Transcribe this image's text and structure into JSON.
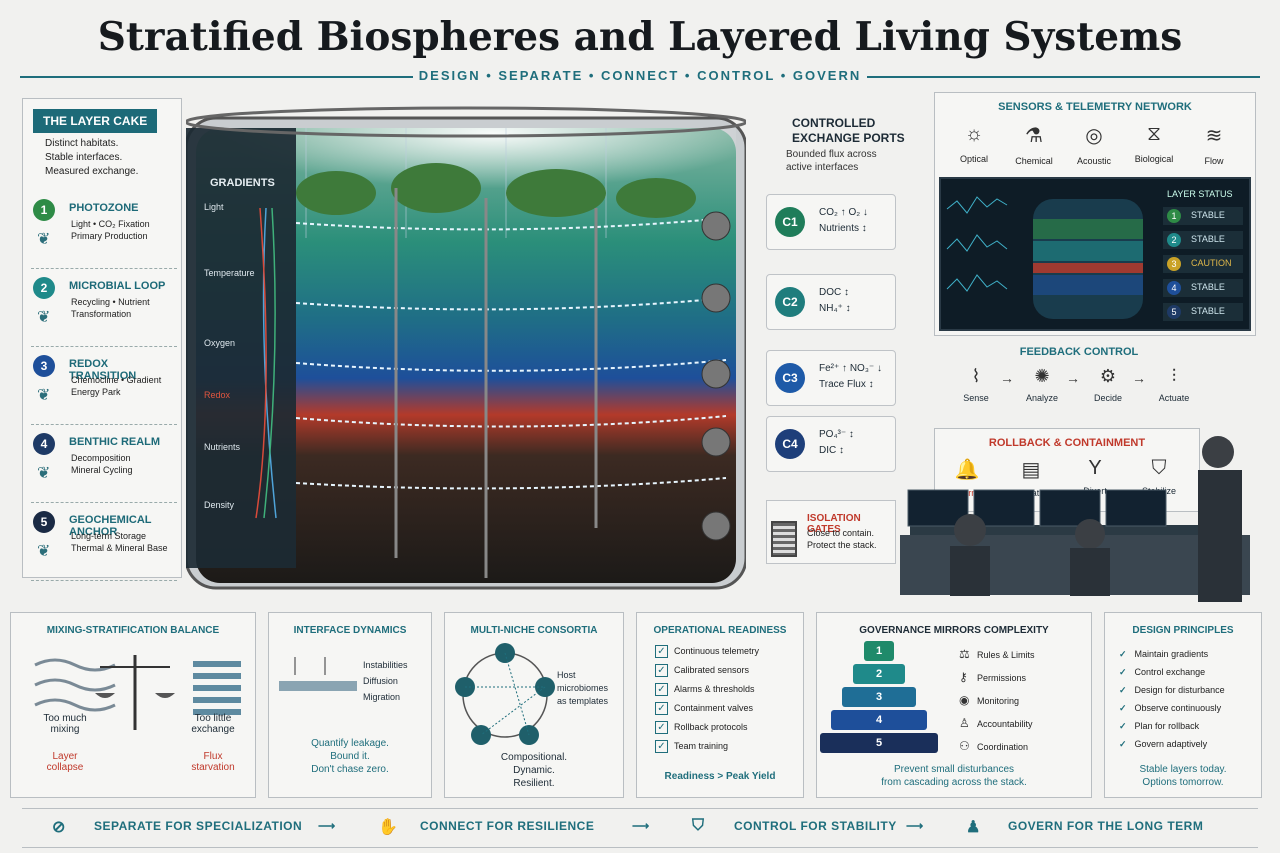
{
  "title": "Stratified Biospheres and Layered Living Systems",
  "subtitle": "DESIGN • SEPARATE • CONNECT • CONTROL • GOVERN",
  "layer_cake": {
    "tag": "THE LAYER CAKE",
    "desc": [
      "Distinct habitats.",
      "Stable interfaces.",
      "Measured exchange."
    ],
    "layers": [
      {
        "num": "1",
        "name": "PHOTOZONE",
        "d1": "Light • CO₂ Fixation",
        "d2": "Primary Production",
        "color": "#2e8b46"
      },
      {
        "num": "2",
        "name": "MICROBIAL LOOP",
        "d1": "Recycling • Nutrient",
        "d2": "Transformation",
        "color": "#1f8a8a"
      },
      {
        "num": "3",
        "name": "REDOX TRANSITION",
        "d1": "Chemocline • Gradient",
        "d2": "Energy Park",
        "color": "#1e4f9a"
      },
      {
        "num": "4",
        "name": "BENTHIC REALM",
        "d1": "Decomposition",
        "d2": "Mineral Cycling",
        "color": "#1e3a66"
      },
      {
        "num": "5",
        "name": "GEOCHEMICAL ANCHOR",
        "d1": "Long-term Storage",
        "d2": "Thermal & Mineral Base",
        "color": "#1a2a44"
      }
    ]
  },
  "gradients": {
    "title": "GRADIENTS",
    "labels": [
      "Light",
      "Temperature",
      "Oxygen",
      "Redox",
      "Nutrients",
      "Density"
    ]
  },
  "ports": {
    "title_line1": "CONTROLLED",
    "title_line2": "EXCHANGE PORTS",
    "sub_line1": "Bounded flux across",
    "sub_line2": "active interfaces",
    "items": [
      {
        "id": "C1",
        "a": "CO₂ ↑   O₂ ↓",
        "b": "Nutrients ↕",
        "color": "#1f7d5a"
      },
      {
        "id": "C2",
        "a": "DOC ↕",
        "b": "NH₄⁺ ↕",
        "color": "#1f7d7d"
      },
      {
        "id": "C3",
        "a": "Fe²⁺ ↑   NO₃⁻ ↓",
        "b": "Trace Flux ↕",
        "color": "#1e5aa8"
      },
      {
        "id": "C4",
        "a": "PO₄³⁻ ↕",
        "b": "DIC ↕",
        "color": "#1e3f7a"
      }
    ],
    "isolation": {
      "title": "ISOLATION GATES",
      "l1": "Close to contain.",
      "l2": "Protect the stack."
    }
  },
  "sensors": {
    "title": "SENSORS & TELEMETRY NETWORK",
    "items": [
      {
        "icon": "☼",
        "label": "Optical"
      },
      {
        "icon": "⚗",
        "label": "Chemical"
      },
      {
        "icon": "◎",
        "label": "Acoustic"
      },
      {
        "icon": "⧖",
        "label": "Biological"
      },
      {
        "icon": "≋",
        "label": "Flow"
      }
    ],
    "status_title": "LAYER STATUS",
    "status": [
      {
        "n": "1",
        "s": "STABLE",
        "color": "#2e8b46"
      },
      {
        "n": "2",
        "s": "STABLE",
        "color": "#1f8a8a"
      },
      {
        "n": "3",
        "s": "CAUTION",
        "color": "#c9a227"
      },
      {
        "n": "4",
        "s": "STABLE",
        "color": "#1e4f9a"
      },
      {
        "n": "5",
        "s": "STABLE",
        "color": "#1e3a66"
      }
    ]
  },
  "feedback": {
    "title": "FEEDBACK CONTROL",
    "items": [
      {
        "icon": "⌇",
        "label": "Sense"
      },
      {
        "icon": "✺",
        "label": "Analyze"
      },
      {
        "icon": "⚙",
        "label": "Decide"
      },
      {
        "icon": "⫶",
        "label": "Actuate"
      }
    ]
  },
  "rollback": {
    "title": "ROLLBACK & CONTAINMENT",
    "items": [
      {
        "icon": "🔔",
        "label": "Alarm"
      },
      {
        "icon": "▤",
        "label": "Isolate"
      },
      {
        "icon": "Y",
        "label": "Divert"
      },
      {
        "icon": "⛉",
        "label": "Stabilize"
      }
    ]
  },
  "balance": {
    "title": "MIXING-STRATIFICATION BALANCE",
    "left1": "Too much",
    "left2": "mixing",
    "right1": "Too little",
    "right2": "exchange",
    "lr1": "Layer",
    "lr2": "collapse",
    "rr1": "Flux",
    "rr2": "starvation"
  },
  "interface": {
    "title": "INTERFACE DYNAMICS",
    "items": [
      "Instabilities",
      "Diffusion",
      "Migration"
    ],
    "q1": "Quantify leakage.",
    "q2": "Bound it.",
    "q3": "Don't chase zero."
  },
  "consortia": {
    "title": "MULTI-NICHE CONSORTIA",
    "host1": "Host",
    "host2": "microbiomes",
    "host3": "as templates",
    "c1": "Compositional.",
    "c2": "Dynamic.",
    "c3": "Resilient."
  },
  "readiness": {
    "title": "OPERATIONAL READINESS",
    "items": [
      "Continuous telemetry",
      "Calibrated sensors",
      "Alarms & thresholds",
      "Containment valves",
      "Rollback protocols",
      "Team training"
    ],
    "footer": "Readiness > Peak Yield"
  },
  "governance": {
    "title": "GOVERNANCE MIRRORS COMPLEXITY",
    "levels": [
      "1",
      "2",
      "3",
      "4",
      "5"
    ],
    "items": [
      {
        "icon": "⚖",
        "label": "Rules & Limits"
      },
      {
        "icon": "⚷",
        "label": "Permissions"
      },
      {
        "icon": "◉",
        "label": "Monitoring"
      },
      {
        "icon": "♙",
        "label": "Accountability"
      },
      {
        "icon": "⚇",
        "label": "Coordination"
      }
    ],
    "f1": "Prevent small disturbances",
    "f2": "from cascading across the stack."
  },
  "principles": {
    "title": "DESIGN PRINCIPLES",
    "items": [
      "Maintain gradients",
      "Control exchange",
      "Design for disturbance",
      "Observe continuously",
      "Plan for rollback",
      "Govern adaptively"
    ],
    "f1": "Stable layers today.",
    "f2": "Options tomorrow."
  },
  "footer": [
    {
      "icon": "⊘",
      "label": "SEPARATE FOR SPECIALIZATION"
    },
    {
      "icon": "✋",
      "label": "CONNECT FOR RESILIENCE"
    },
    {
      "icon": "⛉",
      "label": "CONTROL FOR STABILITY"
    },
    {
      "icon": "♟",
      "label": "GOVERN FOR THE LONG TERM"
    }
  ],
  "colors": {
    "accent": "#1f6e7c",
    "alert": "#c0392b"
  }
}
